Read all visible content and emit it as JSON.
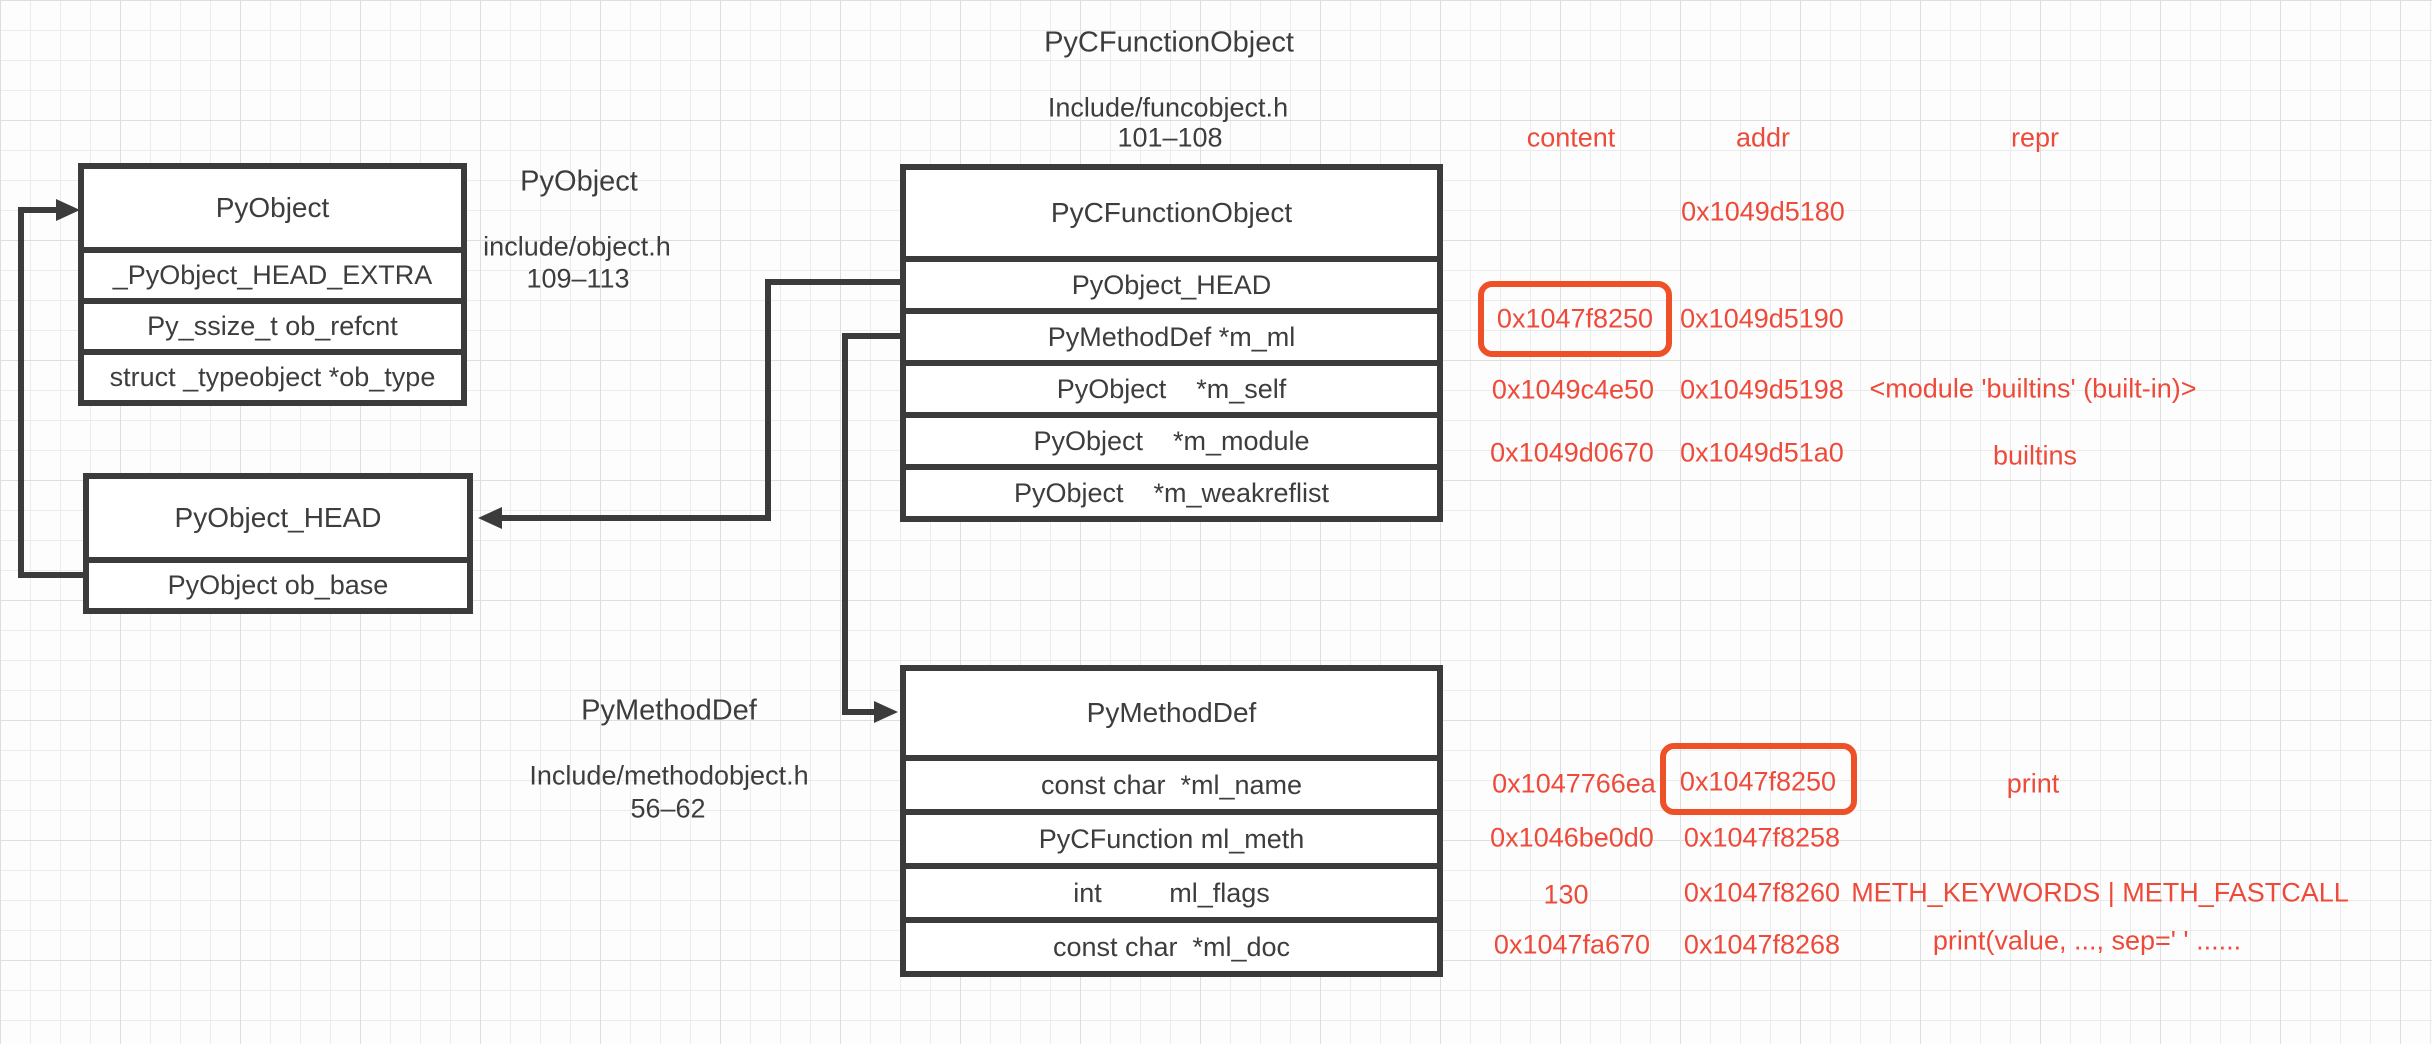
{
  "top_label": {
    "title": "PyCFunctionObject",
    "file": "Include/funcobject.h",
    "lines": "101–108"
  },
  "headers": {
    "content": "content",
    "addr": "addr",
    "repr": "repr"
  },
  "boxes": {
    "py_object": {
      "title": "PyObject",
      "rows": [
        "_PyObject_HEAD_EXTRA",
        "Py_ssize_t ob_refcnt",
        "struct _typeobject *ob_type"
      ]
    },
    "py_object_head": {
      "title": "PyObject_HEAD",
      "rows": [
        "PyObject ob_base"
      ]
    },
    "py_cfunction_object": {
      "title": "PyCFunctionObject",
      "rows": [
        "PyObject_HEAD",
        "PyMethodDef *m_ml",
        "PyObject    *m_self",
        "PyObject    *m_module",
        "PyObject    *m_weakreflist"
      ]
    },
    "py_method_def": {
      "title": "PyMethodDef",
      "rows": [
        "const char  *ml_name",
        "PyCFunction ml_meth",
        "int         ml_flags",
        "const char  *ml_doc"
      ]
    }
  },
  "labels": {
    "py_object": {
      "name": "PyObject",
      "file": "include/object.h",
      "lines": "109–113"
    },
    "py_method_def": {
      "name": "PyMethodDef",
      "file": "Include/methodobject.h",
      "lines": "56–62"
    }
  },
  "values": {
    "cfunc": [
      {
        "addr": "0x1049d5180"
      },
      {
        "content": "0x1047f8250",
        "addr": "0x1049d5190"
      },
      {
        "content": "0x1049c4e50",
        "addr": "0x1049d5198",
        "repr": "<module 'builtins' (built-in)>"
      },
      {
        "content": "0x1049d0670",
        "addr": "0x1049d51a0",
        "repr": "builtins"
      }
    ],
    "methoddef": [
      {
        "content": "0x1047766ea",
        "addr": "0x1047f8250",
        "repr": "print"
      },
      {
        "content": "0x1046be0d0",
        "addr": "0x1047f8258"
      },
      {
        "content": "130",
        "addr": "0x1047f8260",
        "repr": "METH_KEYWORDS | METH_FASTCALL"
      },
      {
        "content": "0x1047fa670",
        "addr": "0x1047f8268",
        "repr": "print(value, ..., sep=' ' ......"
      }
    ]
  },
  "colors": {
    "red_text": "#ee4a3a",
    "highlight_stroke": "#ee5127",
    "line": "#3b3b3b",
    "text": "#3d3d3d"
  }
}
